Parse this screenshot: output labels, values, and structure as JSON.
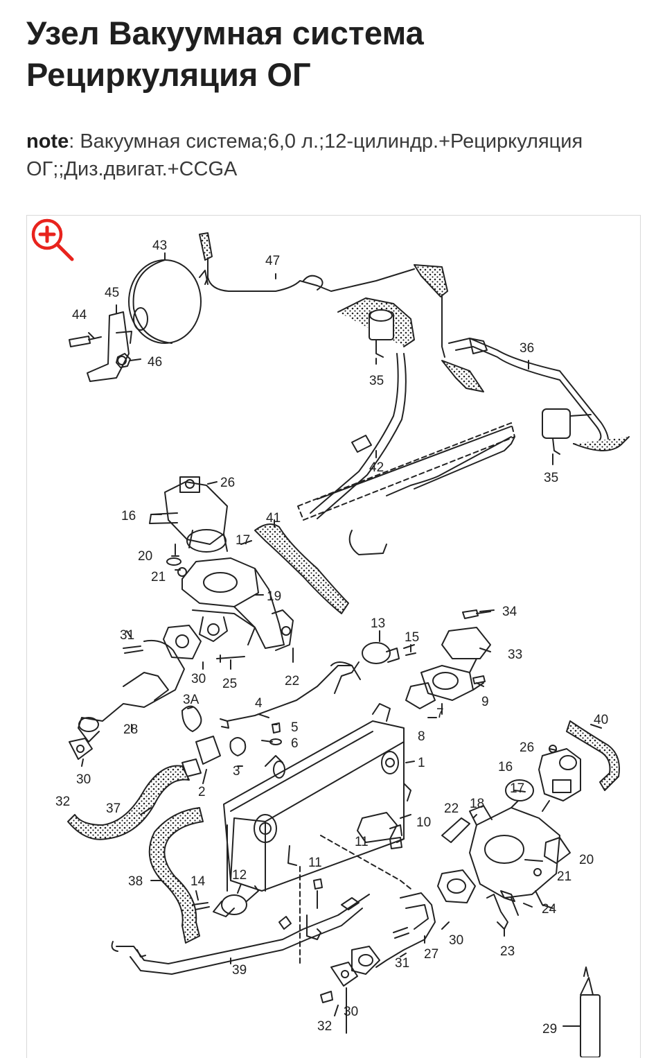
{
  "title": "Узел Вакуумная система Рециркуляция ОГ",
  "note": {
    "label": "note",
    "text": ": Вакуумная система;6,0 л.;12-цилиндр.+Рециркуляция ОГ;;Диз.двигат.+CCGA"
  },
  "zoom": {
    "icon": "zoom-in-icon",
    "color": "#e8231d"
  },
  "callouts": [
    "43",
    "47",
    "45",
    "44",
    "46",
    "35",
    "36",
    "35",
    "42",
    "26",
    "16",
    "41",
    "17",
    "20",
    "21",
    "19",
    "31",
    "30",
    "25",
    "22",
    "13",
    "15",
    "34",
    "33",
    "9",
    "7",
    "8",
    "28",
    "3A",
    "4",
    "5",
    "6",
    "3",
    "1",
    "30",
    "32",
    "2",
    "37",
    "40",
    "26",
    "16",
    "17",
    "18",
    "22",
    "10",
    "11",
    "20",
    "21",
    "38",
    "14",
    "12",
    "11",
    "24",
    "39",
    "31",
    "27",
    "30",
    "23",
    "30",
    "32",
    "29"
  ]
}
